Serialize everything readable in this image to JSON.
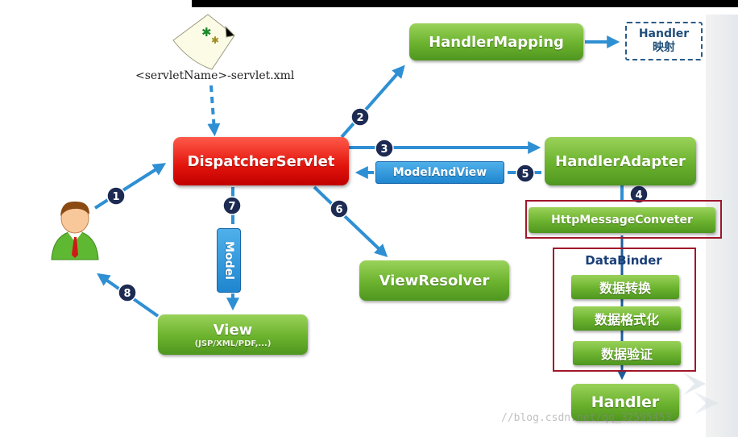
{
  "servlet_file": "<servletName>-servlet.xml",
  "nodes": {
    "dispatcher": "DispatcherServlet",
    "handler_mapping": "HandlerMapping",
    "handler_adapter": "HandlerAdapter",
    "message_converter": "HttpMessageConveter",
    "view_resolver": "ViewResolver",
    "view": "View",
    "view_sub": "(JSP/XML/PDF,...)",
    "handler": "Handler",
    "model_and_view": "ModelAndView",
    "model": "Model"
  },
  "handler_mapping_result": {
    "line1": "Handler",
    "line2": "映射"
  },
  "databinder": {
    "title": "DataBinder",
    "items": [
      "数据转换",
      "数据格式化",
      "数据验证"
    ]
  },
  "steps": [
    "1",
    "2",
    "3",
    "4",
    "5",
    "6",
    "7",
    "8"
  ],
  "colors": {
    "arrow": "#2f8fd3",
    "badge": "#1d2a52",
    "green": "#6bb22e",
    "red": "#e2140c",
    "frame": "#a0162b"
  },
  "watermark": "//blog.csdn.net/qq_32595453"
}
